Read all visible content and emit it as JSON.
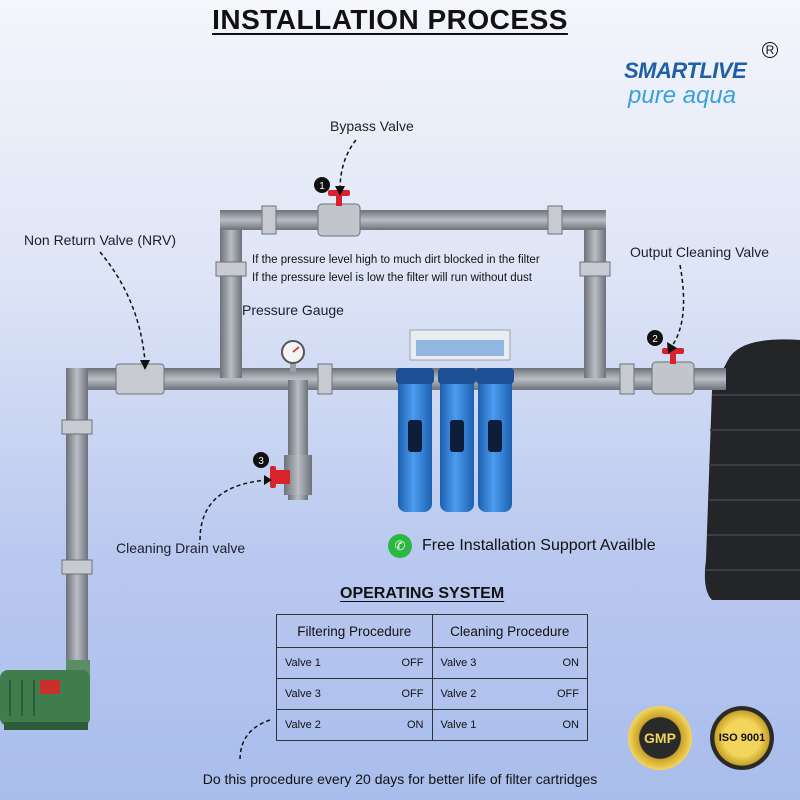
{
  "title": "INSTALLATION PROCESS",
  "logo": {
    "line1": "SMARTLIVE",
    "line2": "pure aqua",
    "registered": "R"
  },
  "labels": {
    "bypass": "Bypass Valve",
    "nrv": "Non Return Valve (NRV)",
    "output_cleaning": "Output Cleaning Valve",
    "pressure_gauge": "Pressure Gauge",
    "drain": "Cleaning Drain valve"
  },
  "markers": {
    "one": "1",
    "two": "2",
    "three": "3"
  },
  "notes": {
    "high": "If the pressure level high to much dirt blocked in the filter",
    "low": "If the pressure level is low the filter will run without dust"
  },
  "support_text": "Free Installation Support Availble",
  "operating": {
    "title": "OPERATING SYSTEM",
    "headers": [
      "Filtering Procedure",
      "Cleaning Procedure"
    ],
    "rows": [
      {
        "f_valve": "Valve 1",
        "f_state": "OFF",
        "c_valve": "Valve  3",
        "c_state": "ON"
      },
      {
        "f_valve": "Valve 3",
        "f_state": "OFF",
        "c_valve": "Valve  2",
        "c_state": "OFF"
      },
      {
        "f_valve": "Valve 2",
        "f_state": "ON",
        "c_valve": "Valve   1",
        "c_state": "ON"
      }
    ]
  },
  "badges": {
    "gmp": "GMP",
    "iso": "ISO 9001"
  },
  "footer": "Do this procedure every 20 days for better life of filter cartridges",
  "colors": {
    "pipe": "#8a8e96",
    "filter_housing": "#2f7fd6",
    "valve_red": "#d8232a",
    "tank": "#222428",
    "motor": "#3f7d4d"
  }
}
